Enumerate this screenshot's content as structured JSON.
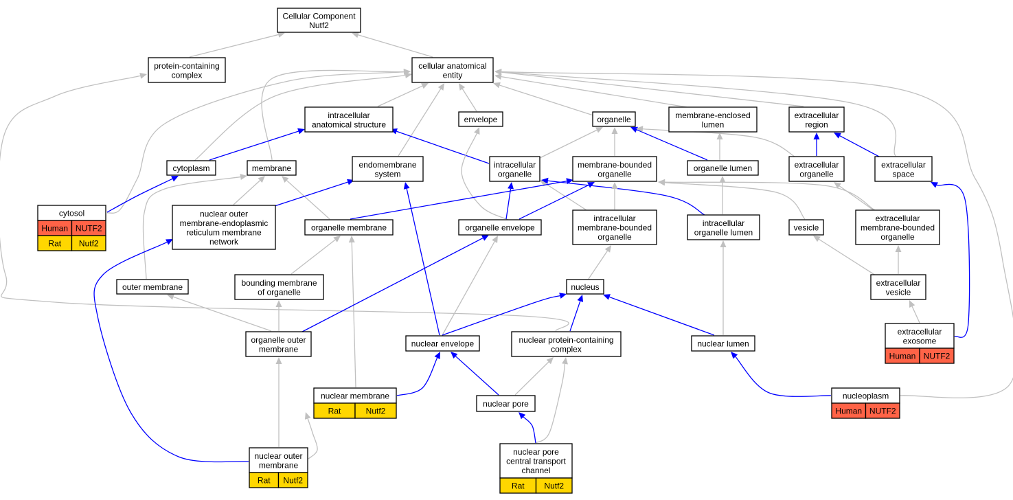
{
  "colors": {
    "gray_edge": "#c0c0c0",
    "blue_edge": "#0000ff",
    "human_cell": "#ff6347",
    "rat_cell": "#ffd700",
    "node_border": "#000000",
    "node_fill": "#ffffff"
  },
  "nodes": {
    "cc_root": [
      "Cellular Component",
      "Nutf2"
    ],
    "protein_containing_complex": [
      "protein-containing",
      "complex"
    ],
    "cellular_anatomical_entity": [
      "cellular anatomical",
      "entity"
    ],
    "intracellular_anatomical_structure": [
      "intracellular",
      "anatomical structure"
    ],
    "envelope": [
      "envelope"
    ],
    "organelle": [
      "organelle"
    ],
    "membrane_enclosed_lumen": [
      "membrane-enclosed",
      "lumen"
    ],
    "extracellular_region": [
      "extracellular",
      "region"
    ],
    "cytoplasm": [
      "cytoplasm"
    ],
    "membrane": [
      "membrane"
    ],
    "endomembrane_system": [
      "endomembrane",
      "system"
    ],
    "intracellular_organelle": [
      "intracellular",
      "organelle"
    ],
    "membrane_bounded_organelle": [
      "membrane-bounded",
      "organelle"
    ],
    "organelle_lumen": [
      "organelle lumen"
    ],
    "extracellular_organelle": [
      "extracellular",
      "organelle"
    ],
    "extracellular_space": [
      "extracellular",
      "space"
    ],
    "cytosol": [
      "cytosol"
    ],
    "nuclear_outer_membrane_er_network": [
      "nuclear outer",
      "membrane-endoplasmic",
      "reticulum membrane",
      "network"
    ],
    "organelle_membrane": [
      "organelle membrane"
    ],
    "organelle_envelope": [
      "organelle envelope"
    ],
    "intracellular_membrane_bounded_organelle": [
      "intracellular",
      "membrane-bounded",
      "organelle"
    ],
    "intracellular_organelle_lumen": [
      "intracellular",
      "organelle lumen"
    ],
    "vesicle": [
      "vesicle"
    ],
    "extracellular_membrane_bounded_organelle": [
      "extracellular",
      "membrane-bounded",
      "organelle"
    ],
    "outer_membrane": [
      "outer membrane"
    ],
    "bounding_membrane_of_organelle": [
      "bounding membrane",
      "of organelle"
    ],
    "nucleus": [
      "nucleus"
    ],
    "extracellular_vesicle": [
      "extracellular",
      "vesicle"
    ],
    "organelle_outer_membrane": [
      "organelle outer",
      "membrane"
    ],
    "nuclear_envelope": [
      "nuclear envelope"
    ],
    "nuclear_protein_containing_complex": [
      "nuclear protein-containing",
      "complex"
    ],
    "nuclear_lumen": [
      "nuclear lumen"
    ],
    "extracellular_exosome": [
      "extracellular",
      "exosome"
    ],
    "nuclear_membrane": [
      "nuclear membrane"
    ],
    "nuclear_pore": [
      "nuclear pore"
    ],
    "nucleoplasm": [
      "nucleoplasm"
    ],
    "nuclear_outer_membrane": [
      "nuclear outer",
      "membrane"
    ],
    "nuclear_pore_central_transport_channel": [
      "nuclear pore",
      "central transport",
      "channel"
    ]
  },
  "annotations": {
    "cytosol": [
      {
        "species": "Human",
        "gene": "NUTF2",
        "color": "#ff6347"
      },
      {
        "species": "Rat",
        "gene": "Nutf2",
        "color": "#ffd700"
      }
    ],
    "extracellular_exosome": [
      {
        "species": "Human",
        "gene": "NUTF2",
        "color": "#ff6347"
      }
    ],
    "nuclear_membrane": [
      {
        "species": "Rat",
        "gene": "Nutf2",
        "color": "#ffd700"
      }
    ],
    "nucleoplasm": [
      {
        "species": "Human",
        "gene": "NUTF2",
        "color": "#ff6347"
      }
    ],
    "nuclear_outer_membrane": [
      {
        "species": "Rat",
        "gene": "Nutf2",
        "color": "#ffd700"
      }
    ],
    "nuclear_pore_central_transport_channel": [
      {
        "species": "Rat",
        "gene": "Nutf2",
        "color": "#ffd700"
      }
    ]
  },
  "edges": [
    {
      "from": "protein_containing_complex",
      "to": "cc_root",
      "kind": "gray"
    },
    {
      "from": "cellular_anatomical_entity",
      "to": "cc_root",
      "kind": "gray"
    },
    {
      "from": "intracellular_anatomical_structure",
      "to": "cellular_anatomical_entity",
      "kind": "gray"
    },
    {
      "from": "envelope",
      "to": "cellular_anatomical_entity",
      "kind": "gray"
    },
    {
      "from": "organelle",
      "to": "cellular_anatomical_entity",
      "kind": "gray"
    },
    {
      "from": "membrane_enclosed_lumen",
      "to": "cellular_anatomical_entity",
      "kind": "gray"
    },
    {
      "from": "extracellular_region",
      "to": "cellular_anatomical_entity",
      "kind": "gray"
    },
    {
      "from": "cytoplasm",
      "to": "cellular_anatomical_entity",
      "kind": "gray"
    },
    {
      "from": "membrane",
      "to": "cellular_anatomical_entity",
      "kind": "gray"
    },
    {
      "from": "endomembrane_system",
      "to": "cellular_anatomical_entity",
      "kind": "gray"
    },
    {
      "from": "extracellular_space",
      "to": "cellular_anatomical_entity",
      "kind": "gray"
    },
    {
      "from": "cytosol",
      "to": "cellular_anatomical_entity",
      "kind": "gray"
    },
    {
      "from": "nucleoplasm",
      "to": "cellular_anatomical_entity",
      "kind": "gray"
    },
    {
      "from": "nuclear_protein_containing_complex",
      "to": "protein_containing_complex",
      "kind": "gray"
    },
    {
      "from": "cytoplasm",
      "to": "intracellular_anatomical_structure",
      "kind": "blue"
    },
    {
      "from": "intracellular_organelle",
      "to": "intracellular_anatomical_structure",
      "kind": "blue"
    },
    {
      "from": "cytosol",
      "to": "cytoplasm",
      "kind": "blue"
    },
    {
      "from": "intracellular_organelle",
      "to": "organelle",
      "kind": "gray"
    },
    {
      "from": "membrane_bounded_organelle",
      "to": "organelle",
      "kind": "gray"
    },
    {
      "from": "organelle_lumen",
      "to": "organelle",
      "kind": "blue"
    },
    {
      "from": "extracellular_organelle",
      "to": "organelle",
      "kind": "gray"
    },
    {
      "from": "organelle_lumen",
      "to": "membrane_enclosed_lumen",
      "kind": "gray"
    },
    {
      "from": "extracellular_organelle",
      "to": "extracellular_region",
      "kind": "blue"
    },
    {
      "from": "extracellular_space",
      "to": "extracellular_region",
      "kind": "blue"
    },
    {
      "from": "organelle_envelope",
      "to": "envelope",
      "kind": "gray"
    },
    {
      "from": "nuclear_outer_membrane_er_network",
      "to": "membrane",
      "kind": "gray"
    },
    {
      "from": "organelle_membrane",
      "to": "membrane",
      "kind": "gray"
    },
    {
      "from": "outer_membrane",
      "to": "membrane",
      "kind": "gray"
    },
    {
      "from": "nuclear_outer_membrane_er_network",
      "to": "endomembrane_system",
      "kind": "blue"
    },
    {
      "from": "nuclear_envelope",
      "to": "endomembrane_system",
      "kind": "blue"
    },
    {
      "from": "organelle_envelope",
      "to": "intracellular_organelle",
      "kind": "blue"
    },
    {
      "from": "intracellular_membrane_bounded_organelle",
      "to": "intracellular_organelle",
      "kind": "gray"
    },
    {
      "from": "intracellular_organelle_lumen",
      "to": "intracellular_organelle",
      "kind": "blue"
    },
    {
      "from": "organelle_membrane",
      "to": "membrane_bounded_organelle",
      "kind": "blue"
    },
    {
      "from": "organelle_envelope",
      "to": "membrane_bounded_organelle",
      "kind": "blue"
    },
    {
      "from": "intracellular_membrane_bounded_organelle",
      "to": "membrane_bounded_organelle",
      "kind": "gray"
    },
    {
      "from": "vesicle",
      "to": "membrane_bounded_organelle",
      "kind": "gray"
    },
    {
      "from": "extracellular_membrane_bounded_organelle",
      "to": "membrane_bounded_organelle",
      "kind": "gray"
    },
    {
      "from": "intracellular_organelle_lumen",
      "to": "organelle_lumen",
      "kind": "gray"
    },
    {
      "from": "extracellular_membrane_bounded_organelle",
      "to": "extracellular_organelle",
      "kind": "gray"
    },
    {
      "from": "extracellular_exosome",
      "to": "extracellular_space",
      "kind": "blue"
    },
    {
      "from": "bounding_membrane_of_organelle",
      "to": "organelle_membrane",
      "kind": "gray"
    },
    {
      "from": "nuclear_membrane",
      "to": "organelle_membrane",
      "kind": "gray"
    },
    {
      "from": "organelle_outer_membrane",
      "to": "organelle_envelope",
      "kind": "blue"
    },
    {
      "from": "nuclear_envelope",
      "to": "organelle_envelope",
      "kind": "gray"
    },
    {
      "from": "nucleus",
      "to": "intracellular_membrane_bounded_organelle",
      "kind": "gray"
    },
    {
      "from": "nuclear_lumen",
      "to": "intracellular_organelle_lumen",
      "kind": "gray"
    },
    {
      "from": "extracellular_vesicle",
      "to": "vesicle",
      "kind": "gray"
    },
    {
      "from": "extracellular_vesicle",
      "to": "extracellular_membrane_bounded_organelle",
      "kind": "gray"
    },
    {
      "from": "organelle_outer_membrane",
      "to": "outer_membrane",
      "kind": "gray"
    },
    {
      "from": "organelle_outer_membrane",
      "to": "bounding_membrane_of_organelle",
      "kind": "gray"
    },
    {
      "from": "nuclear_envelope",
      "to": "nucleus",
      "kind": "blue"
    },
    {
      "from": "nuclear_protein_containing_complex",
      "to": "nucleus",
      "kind": "blue"
    },
    {
      "from": "nuclear_lumen",
      "to": "nucleus",
      "kind": "blue"
    },
    {
      "from": "extracellular_exosome",
      "to": "extracellular_vesicle",
      "kind": "gray"
    },
    {
      "from": "nuclear_outer_membrane",
      "to": "organelle_outer_membrane",
      "kind": "gray"
    },
    {
      "from": "nuclear_membrane",
      "to": "nuclear_envelope",
      "kind": "blue"
    },
    {
      "from": "nuclear_pore",
      "to": "nuclear_envelope",
      "kind": "blue"
    },
    {
      "from": "nuclear_pore",
      "to": "nuclear_protein_containing_complex",
      "kind": "gray"
    },
    {
      "from": "nuclear_pore_central_transport_channel",
      "to": "nuclear_protein_containing_complex",
      "kind": "gray"
    },
    {
      "from": "nucleoplasm",
      "to": "nuclear_lumen",
      "kind": "blue"
    },
    {
      "from": "nuclear_outer_membrane",
      "to": "nuclear_membrane",
      "kind": "gray"
    },
    {
      "from": "nuclear_outer_membrane",
      "to": "nuclear_outer_membrane_er_network",
      "kind": "blue"
    },
    {
      "from": "nuclear_pore_central_transport_channel",
      "to": "nuclear_pore",
      "kind": "blue"
    }
  ]
}
